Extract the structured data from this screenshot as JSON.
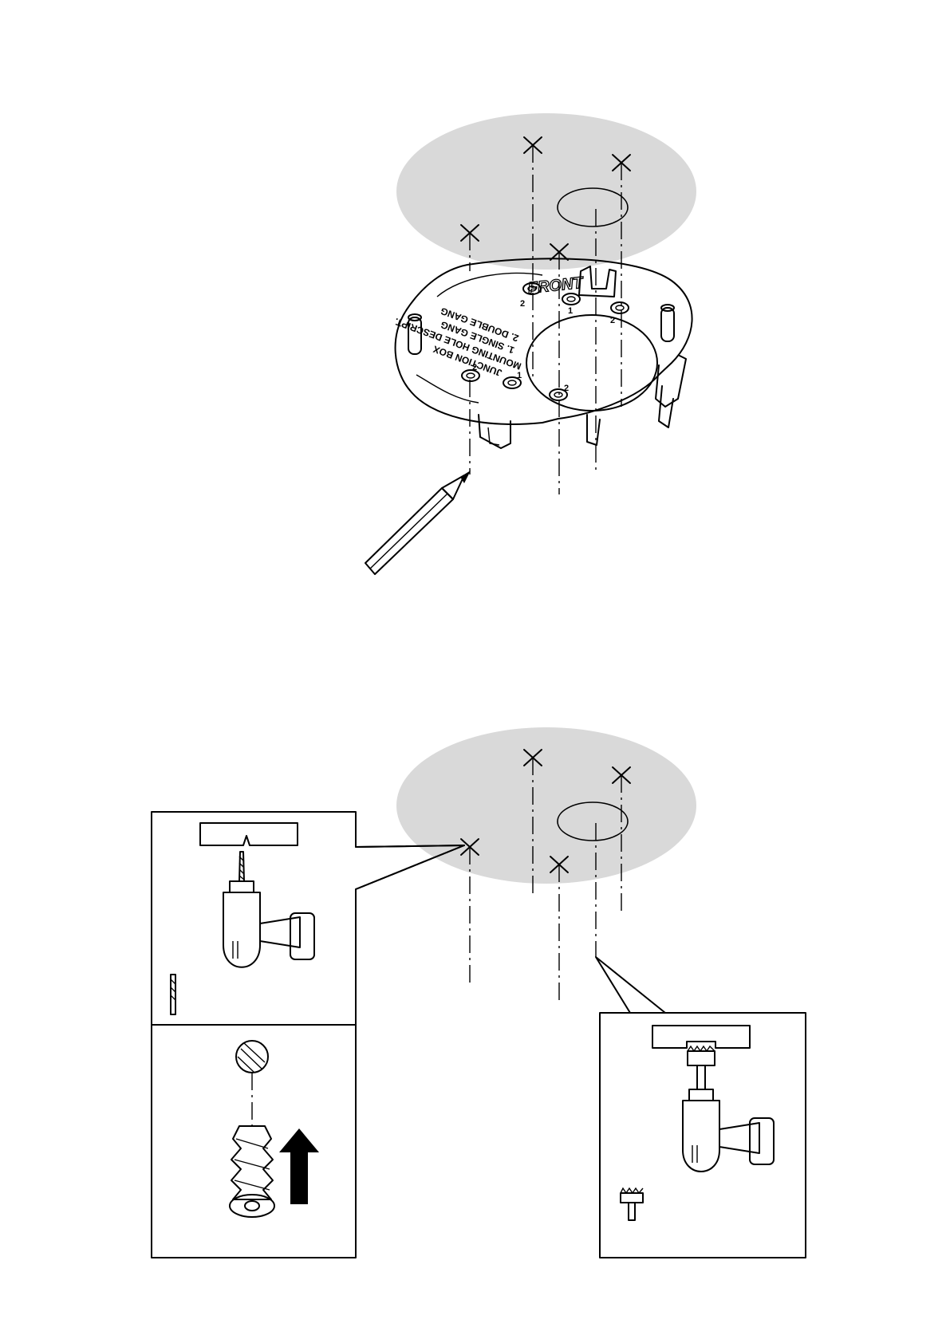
{
  "colors": {
    "ceiling": "#d9d9d9",
    "line": "#000000",
    "panel_bg": "#ffffff",
    "arrow": "#000000"
  },
  "plate": {
    "front_label": "FRONT",
    "junction_title": "JUNCTION BOX",
    "junction_subtitle": "MOUNTING HOLE DESCRIPT.",
    "junction_item_1": "1. SINGLE GANG",
    "junction_item_2": "2. DOUBLE GANG",
    "hole_numbers": [
      "2",
      "1",
      "2",
      "2",
      "1",
      "2"
    ]
  },
  "icons": {
    "pencil": "pencil-icon",
    "drill": "drill-icon",
    "drill_bit": "drill-bit-icon",
    "anchor": "wall-anchor-icon",
    "push_arrow": "up-arrow-icon",
    "hole_saw": "hole-saw-icon"
  }
}
